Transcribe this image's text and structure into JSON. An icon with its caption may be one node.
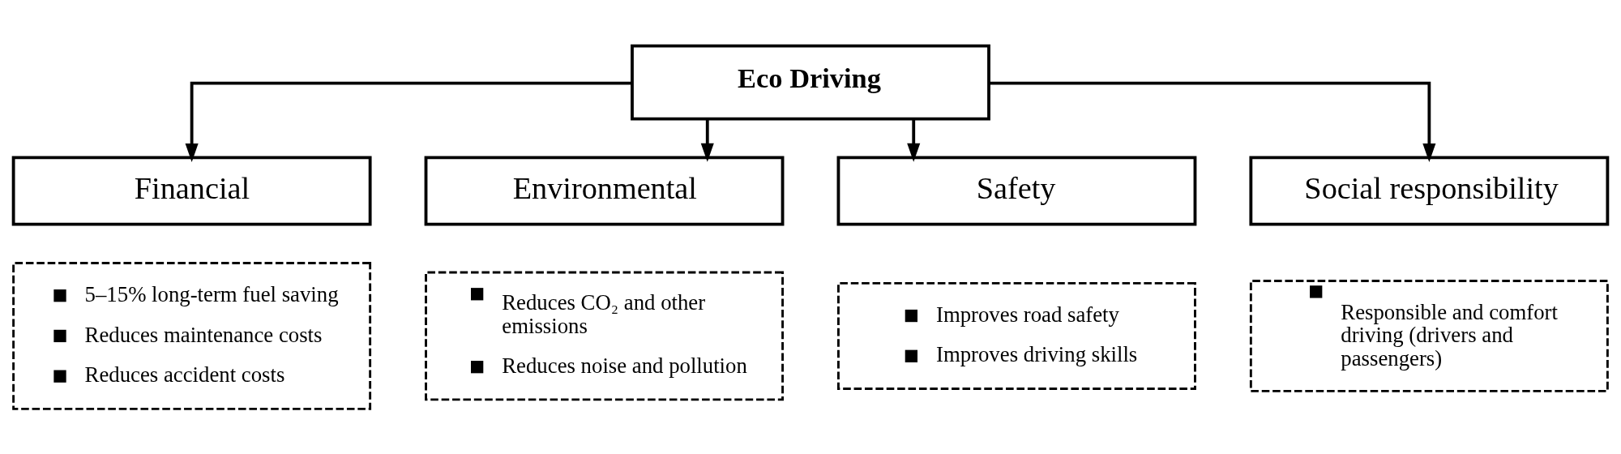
{
  "diagram": {
    "nodes": [
      {
        "text": [
          "Eco Driving"
        ]
      },
      {
        "text": [
          "Financial"
        ]
      },
      {
        "text": [
          "Environmental"
        ]
      },
      {
        "text": [
          "Safety"
        ]
      },
      {
        "text": [
          "Social responsibility"
        ]
      },
      {
        "text": [
          "5–15% long-term fuel saving",
          "Reduces maintenance costs",
          "Reduces accident costs"
        ]
      },
      {
        "text": [
          "Reduces CO₂ and other emissions",
          "Reduces noise and pollution"
        ]
      },
      {
        "text": [
          "Improves road safety",
          "Improves driving skills"
        ]
      },
      {
        "text": [
          "Responsible and comfort driving (drivers and passengers)"
        ]
      }
    ],
    "edges": [
      {
        "from": 0,
        "to": 1,
        "arrow": "to"
      },
      {
        "from": 0,
        "to": 2,
        "arrow": "to"
      },
      {
        "from": 0,
        "to": 3,
        "arrow": "to"
      },
      {
        "from": 0,
        "to": 4,
        "arrow": "to"
      }
    ]
  }
}
